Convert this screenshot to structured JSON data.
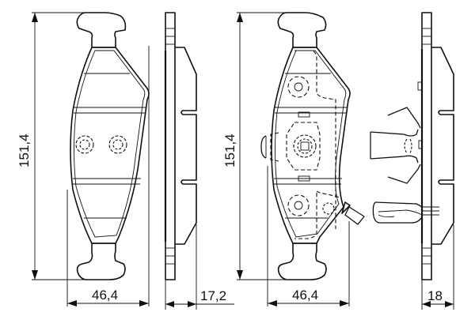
{
  "drawing": {
    "subject": "brake pad set technical drawing",
    "line_color": "#111111",
    "background": "#ffffff",
    "views": [
      {
        "id": "pad-1-front",
        "description": "front view of brake pad (friction side) with wear indicators"
      },
      {
        "id": "pad-1-side",
        "description": "side profile of brake pad"
      },
      {
        "id": "pad-2-front",
        "description": "front view of brake pad (backing plate side) with hidden lines and wear sensor tab"
      },
      {
        "id": "pad-2-side",
        "description": "side profile of brake pad with spring clip and anti-rattle clip"
      }
    ],
    "dimensions": {
      "pad1_height": "151,4",
      "pad1_width": "46,4",
      "pad1_thickness": "17,2",
      "pad2_height": "151,4",
      "pad2_width": "46,4",
      "pad2_thickness": "18"
    }
  }
}
